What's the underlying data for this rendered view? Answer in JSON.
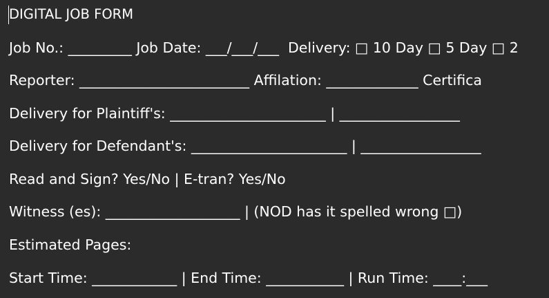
{
  "document": {
    "title": "DIGITAL JOB FORM",
    "lines": [
      "Job No.: _________ Job Date: ___/___/___  Delivery: □ 10 Day □ 5 Day □ 2",
      "Reporter: ________________________ Affilation: _____________ Certifica",
      "Delivery for Plaintiff's: ______________________ | _________________",
      "Delivery for Defendant's: ______________________ | _________________",
      "Read and Sign? Yes/No | E-tran? Yes/No",
      "Witness (es): ___________________ | (NOD has it spelled wrong □)",
      "Estimated Pages:",
      "Start Time: ____________ | End Time: ___________ | Run Time: ____:___"
    ]
  }
}
